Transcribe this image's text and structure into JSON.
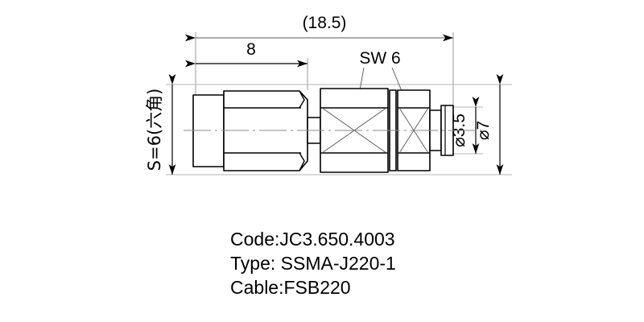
{
  "drawing": {
    "type": "engineering-dimensioned-drawing",
    "background_color": "#ffffff",
    "line_color": "#000000",
    "centerline_color": "#808080",
    "dimensions": {
      "overall_length": "(18.5)",
      "thread_length": "8",
      "across_flats_label": "SW 6",
      "hex_size_label": "S=6(六角)",
      "inner_diameter": "⌀3.5",
      "outer_diameter": "⌀7"
    }
  },
  "caption": {
    "lines": [
      "Code:JC3.650.4003",
      "Type: SSMA-J220-1",
      "Cable:FSB220"
    ],
    "code": "Code:JC3.650.4003",
    "type": "Type: SSMA-J220-1",
    "cable": "Cable:FSB220"
  }
}
